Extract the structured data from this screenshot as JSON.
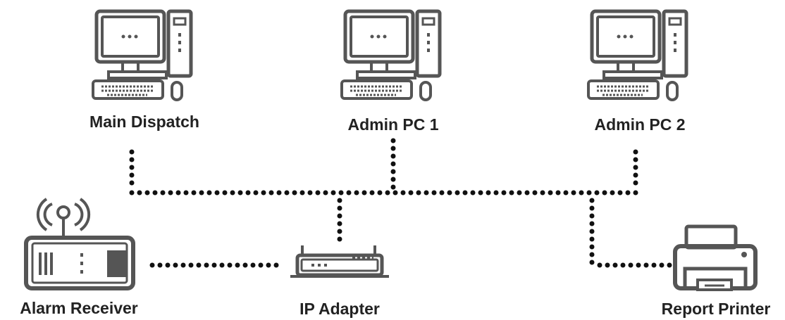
{
  "nodes": {
    "main_dispatch": {
      "label": "Main Dispatch",
      "icon": "desktop-computer-icon"
    },
    "admin_pc_1": {
      "label": "Admin PC 1",
      "icon": "desktop-computer-icon"
    },
    "admin_pc_2": {
      "label": "Admin PC 2",
      "icon": "desktop-computer-icon"
    },
    "alarm_receiver": {
      "label": "Alarm Receiver",
      "icon": "alarm-receiver-icon"
    },
    "ip_adapter": {
      "label": "IP Adapter",
      "icon": "network-adapter-icon"
    },
    "report_printer": {
      "label": "Report Printer",
      "icon": "printer-icon"
    }
  },
  "connections": [
    {
      "from": "main_dispatch",
      "to": "bus"
    },
    {
      "from": "admin_pc_1",
      "to": "bus"
    },
    {
      "from": "admin_pc_2",
      "to": "bus"
    },
    {
      "from": "bus",
      "to": "ip_adapter"
    },
    {
      "from": "bus",
      "to": "report_printer"
    },
    {
      "from": "alarm_receiver",
      "to": "ip_adapter"
    }
  ],
  "colors": {
    "icon": "#555555",
    "connector": "#111111",
    "text": "#222222"
  }
}
